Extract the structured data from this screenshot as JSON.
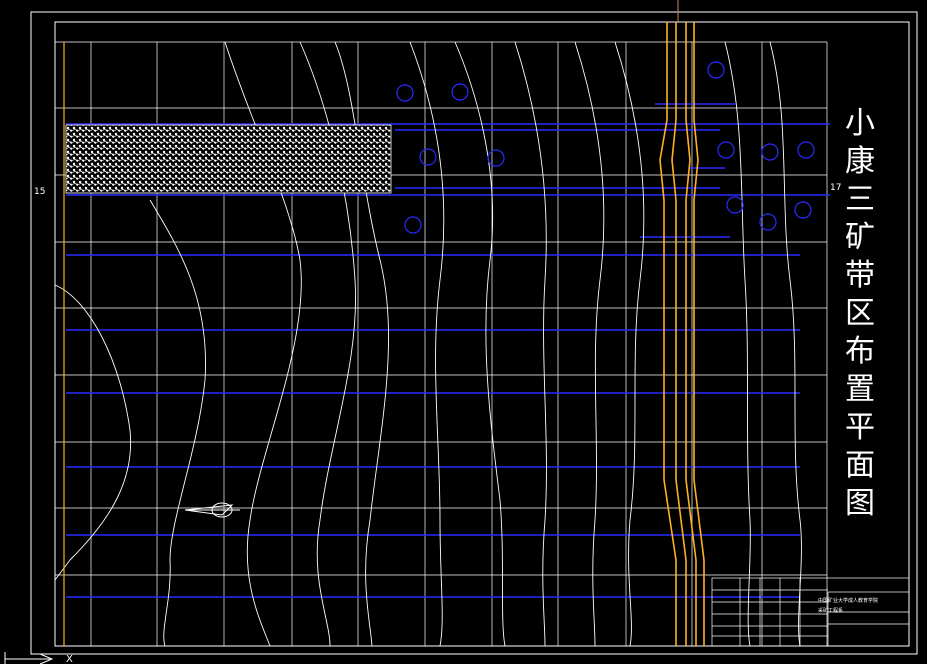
{
  "drawing": {
    "title": "小康三矿带区布置平面图",
    "title_chars": [
      "小",
      "康",
      "三",
      "矿",
      "带",
      "区",
      "布",
      "置",
      "平",
      "面",
      "图"
    ],
    "left_marker": "15",
    "right_marker": "17",
    "ucs_label": "X",
    "title_block": {
      "line1": "中国矿业大学成人教育学院",
      "line2": "采矿工程系"
    }
  },
  "colors": {
    "background": "#000000",
    "frame": "#ffffff",
    "grid": "#ffffff",
    "roadway": "#2a2aff",
    "fault": "#ffb020",
    "hatch": "#ffffff"
  },
  "icons": {
    "north_arrow": "north-arrow-icon",
    "ucs": "ucs-icon"
  }
}
